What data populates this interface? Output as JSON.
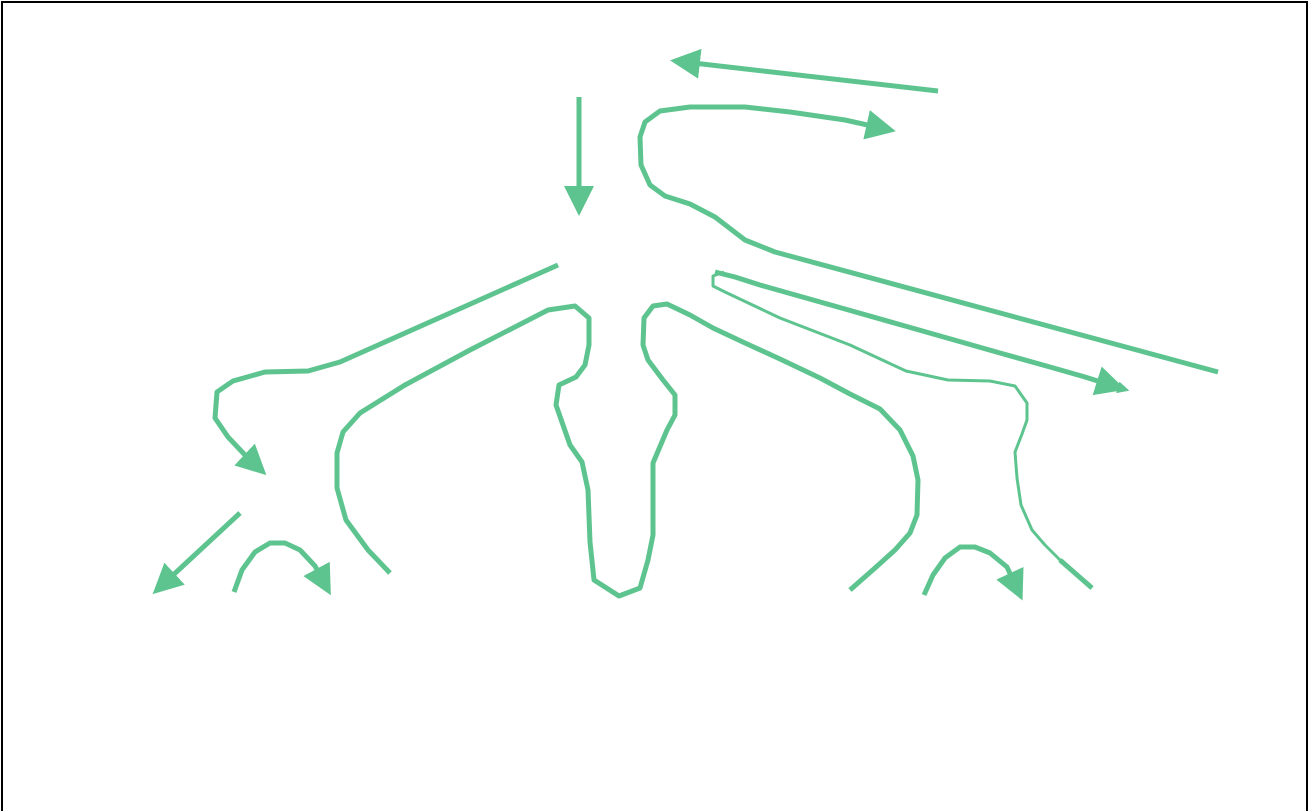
{
  "diagram": {
    "stroke_color": "#5ec48f",
    "frame_color": "#000000",
    "background_color": "#ffffff",
    "paths": [
      {
        "name": "top-return-arrow",
        "arrow": true
      },
      {
        "name": "top-hook-arrow",
        "arrow": true
      },
      {
        "name": "center-down-arrow",
        "arrow": true
      },
      {
        "name": "left-long-branch-arrow",
        "arrow": true
      },
      {
        "name": "left-lower-diagonal-arrow",
        "arrow": true
      },
      {
        "name": "left-small-hook-arrow",
        "arrow": true
      },
      {
        "name": "left-inner-loop-curve",
        "arrow": false
      },
      {
        "name": "center-u-loop-curve",
        "arrow": false
      },
      {
        "name": "right-inner-loop-arrow",
        "arrow": true
      },
      {
        "name": "right-upper-long-line",
        "arrow": false
      },
      {
        "name": "right-long-return-arrow",
        "arrow": true
      },
      {
        "name": "right-small-hook-arrow",
        "arrow": true
      },
      {
        "name": "right-outer-curve",
        "arrow": false
      }
    ]
  }
}
